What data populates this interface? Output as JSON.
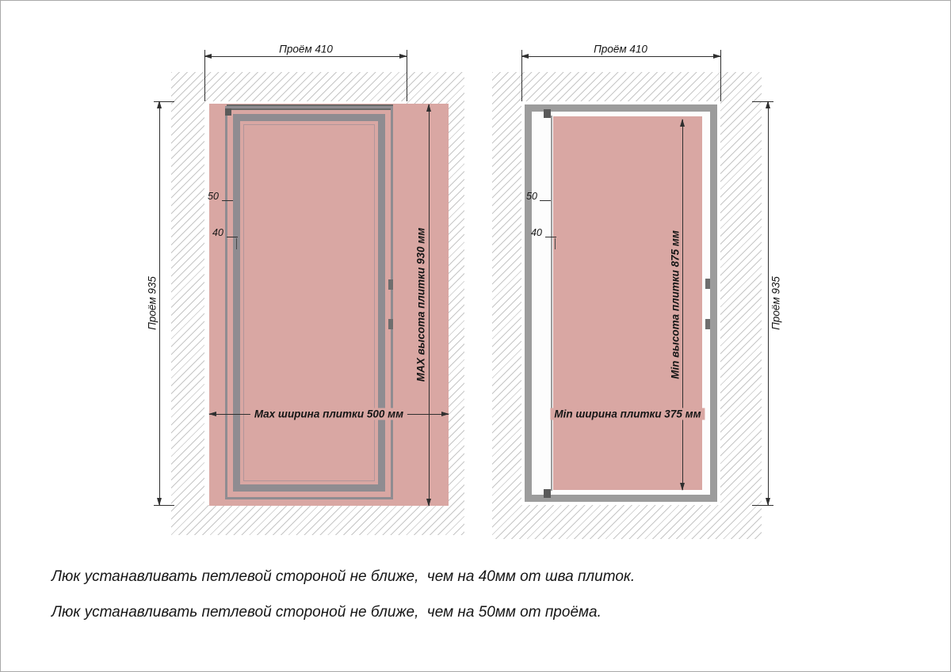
{
  "colors": {
    "tile_pink": "#d9a7a3",
    "frame_gray_left": "#8f8c91",
    "frame_gray_right": "#9c9c9c",
    "hatch_line": "#c6c6c6",
    "dim_line": "#2f2f2f",
    "text": "#161616"
  },
  "left_diagram": {
    "opening_width_label": "Проём 410",
    "opening_height_label": "Проём 935",
    "tile_height_label": "MAX высота плитки 930 мм",
    "tile_width_label": "Max ширина плитки 500 мм",
    "hinge_offset_opening": "50",
    "hinge_offset_seam": "40"
  },
  "right_diagram": {
    "opening_width_label": "Проём 410",
    "opening_height_label": "Проём 935",
    "tile_height_label": "Min высота плитки 875 мм",
    "tile_width_label": "Min ширина плитки 375 мм",
    "hinge_offset_opening": "50",
    "hinge_offset_seam": "40"
  },
  "notes": [
    "Люк устанавливать петлевой стороной не ближе,  чем на 40мм от шва плиток.",
    "Люк устанавливать петлевой стороной не ближе,  чем на 50мм от проёма."
  ]
}
